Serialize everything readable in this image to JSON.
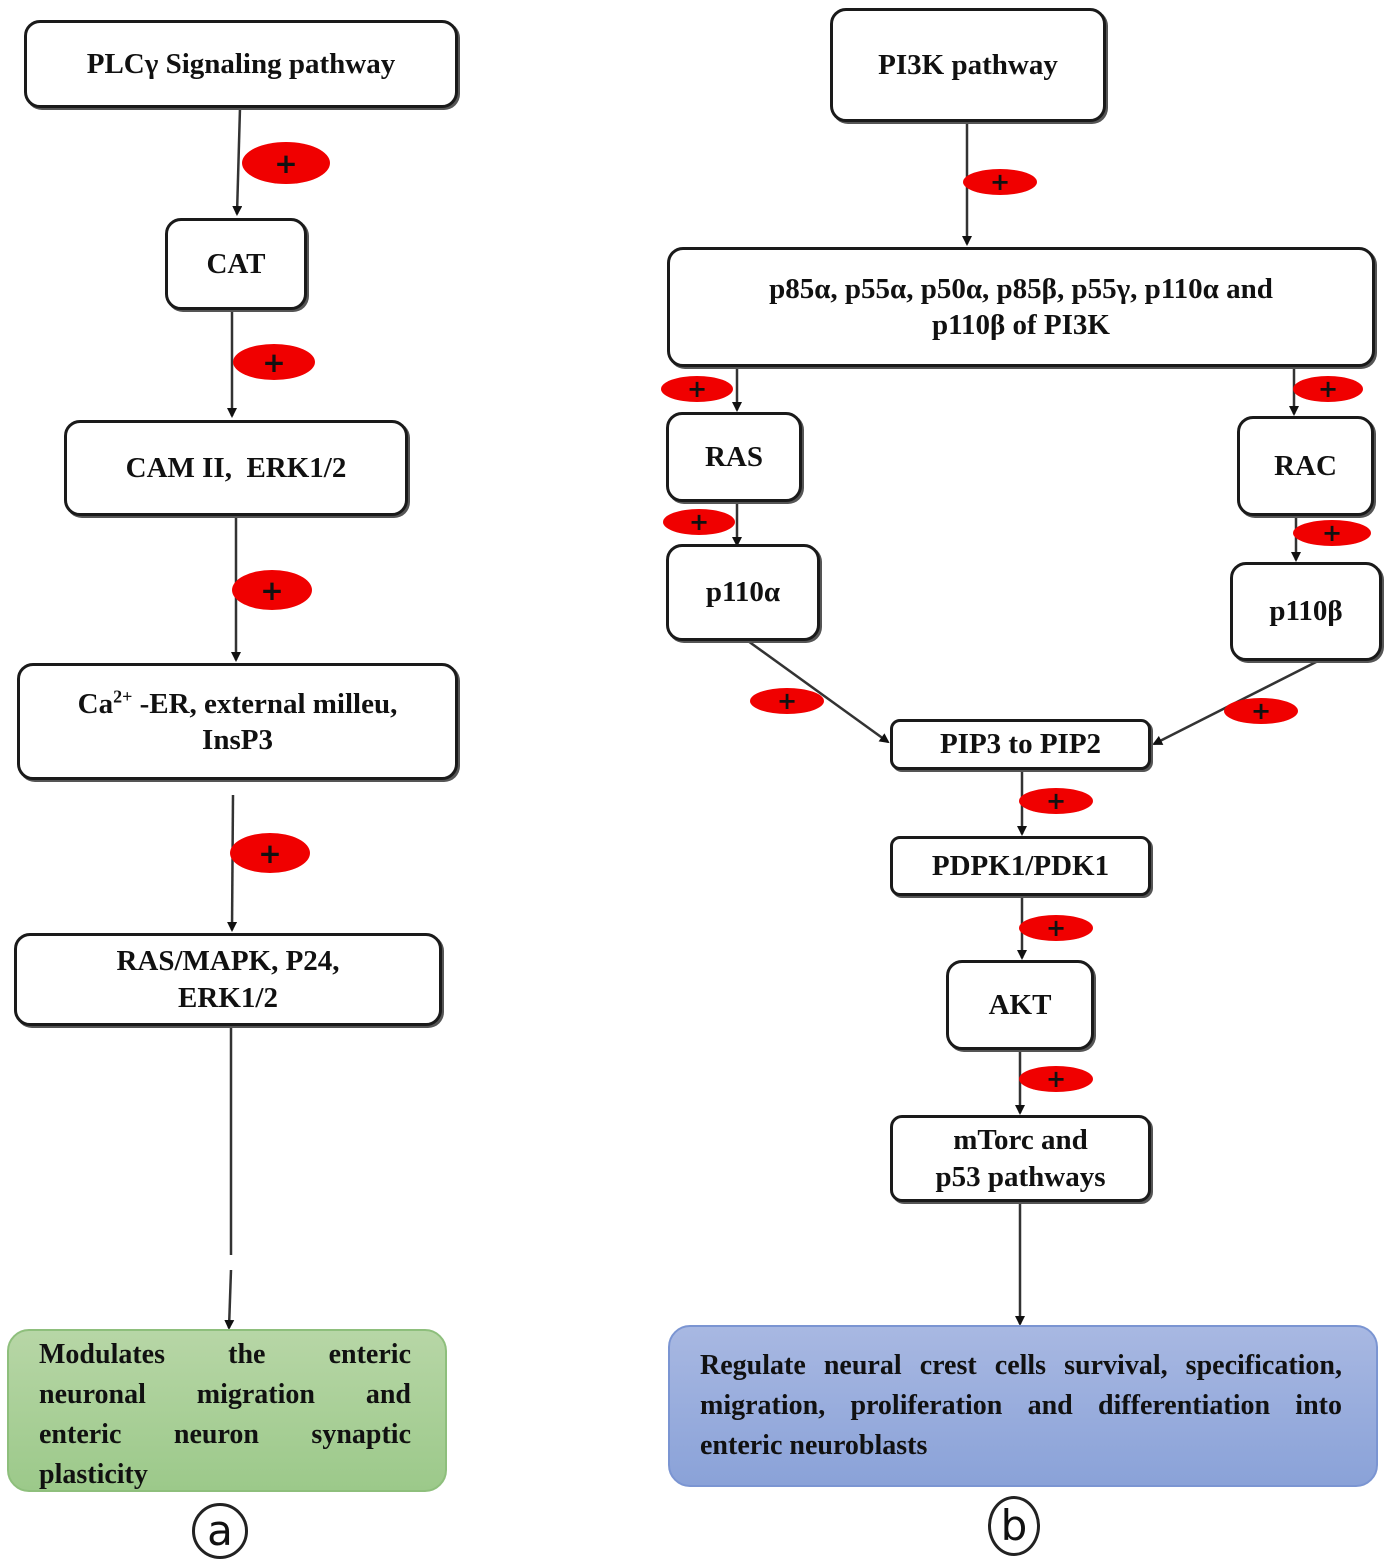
{
  "panel_a": {
    "nodes": {
      "plcg": "PLCγ Signaling pathway",
      "cat": "CAT",
      "cam": "CAM II,  ERK1/2",
      "ca_line1_pre": "Ca",
      "ca_sup": "2+",
      "ca_line1_post": " -ER, external milleu,",
      "ca_line2": "InsP3",
      "ras_line1": "RAS/MAPK, P24,",
      "ras_line2": "ERK1/2",
      "outcome": "Modulates the enteric neuronal migration and enteric neuron synaptic plasticity"
    },
    "activation_symbol": "+",
    "panel_label": "a"
  },
  "panel_b": {
    "nodes": {
      "pi3k": "PI3K pathway",
      "subunits_line1": "p85α, p55α, p50α, p85β, p55γ, p110α and",
      "subunits_line2": "p110β of PI3K",
      "ras": "RAS",
      "rac": "RAC",
      "p110a": "p110α",
      "p110b": "p110β",
      "pip": "PIP3 to PIP2",
      "pdpk": "PDPK1/PDK1",
      "akt": "AKT",
      "mtorc_line1": "mTorc and",
      "mtorc_line2": "p53 pathways",
      "outcome": "Regulate neural crest cells survival, specification, migration, proliferation and differentiation into enteric neuroblasts"
    },
    "activation_symbol": "+",
    "panel_label": "b"
  },
  "colors": {
    "activation": "#f00000",
    "outcome_a": "#a8cf96",
    "outcome_b": "#96acdc"
  }
}
